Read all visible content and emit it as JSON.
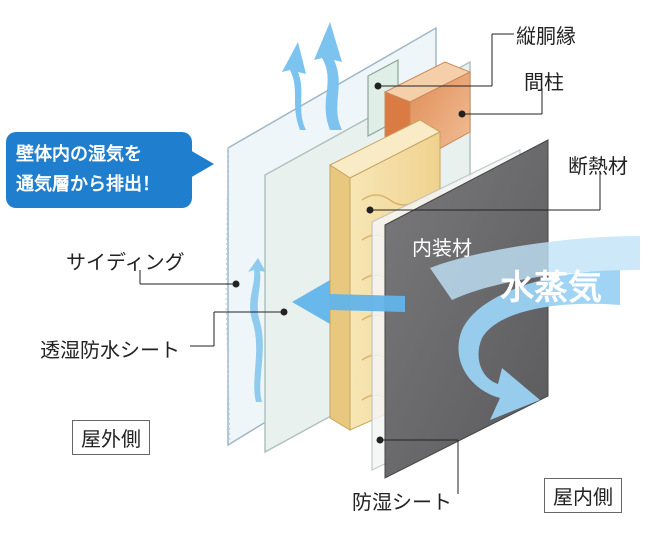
{
  "callout": {
    "line1": "壁体内の湿気を",
    "line2": "通気層から排出！"
  },
  "labels": {
    "furring": "縦胴縁",
    "stud": "間柱",
    "insulation": "断熱材",
    "siding": "サイディング",
    "breathable_sheet": "透湿防水シート",
    "interior_finish": "内装材",
    "water_vapor": "水蒸気",
    "vapor_barrier": "防湿シート",
    "outdoor_side": "屋外側",
    "indoor_side": "屋内側"
  },
  "colors": {
    "airflow_arrow": "#7cc3f0",
    "callout_bg": "#1f7fce",
    "interior_panel": "#6e6e70",
    "insulation": "#f3dca0",
    "stud": "#e9a06c"
  }
}
